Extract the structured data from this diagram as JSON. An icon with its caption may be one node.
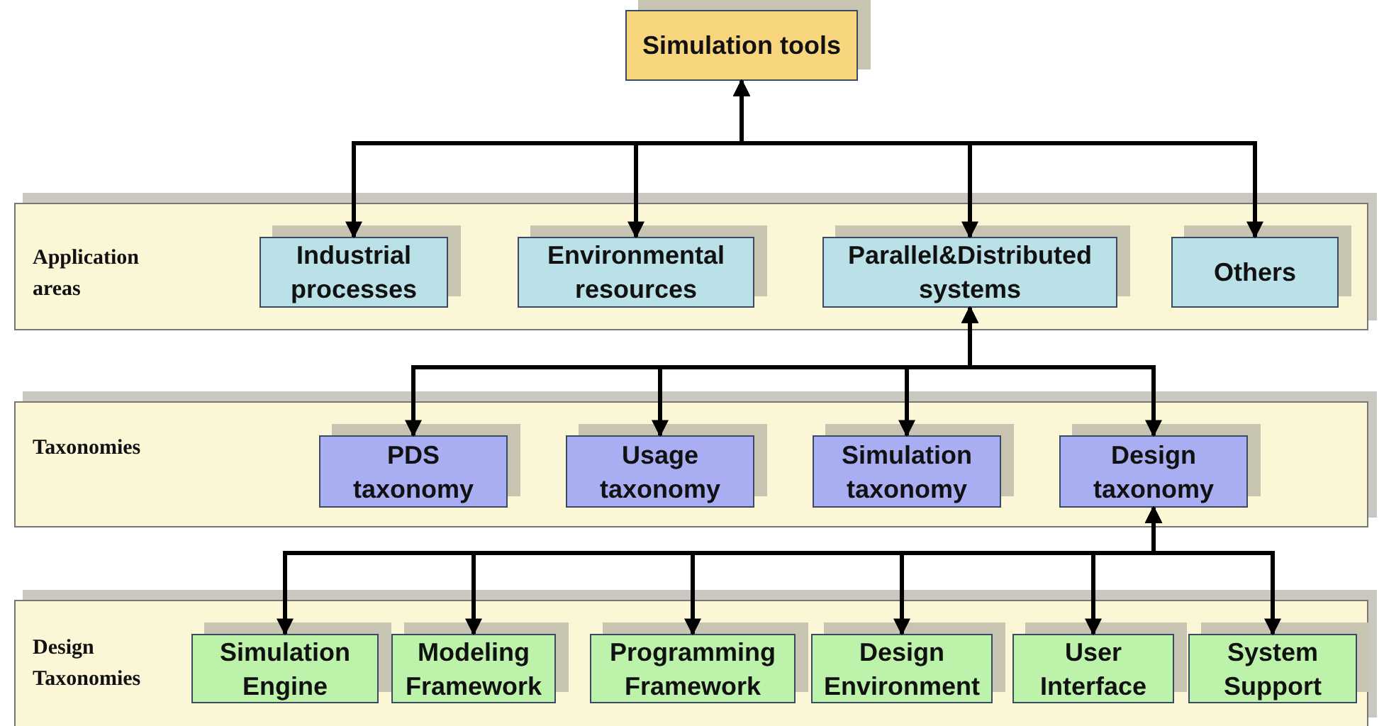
{
  "diagram": {
    "nodes": [
      {
        "text": [
          "Simulation tools"
        ]
      },
      {
        "text": [
          "Application areas"
        ]
      },
      {
        "text": [
          "Industrial processes"
        ],
        "in": 1
      },
      {
        "text": [
          "Environmental resources"
        ],
        "in": 1
      },
      {
        "text": [
          "Parallel&Distributed systems"
        ],
        "in": 1
      },
      {
        "text": [
          "Others"
        ],
        "in": 1
      },
      {
        "text": [
          "Taxonomies"
        ]
      },
      {
        "text": [
          "PDS taxonomy"
        ],
        "in": 6
      },
      {
        "text": [
          "Usage taxonomy"
        ],
        "in": 6
      },
      {
        "text": [
          "Simulation taxonomy"
        ],
        "in": 6
      },
      {
        "text": [
          "Design taxonomy"
        ],
        "in": 6
      },
      {
        "text": [
          "Design Taxonomies"
        ]
      },
      {
        "text": [
          "Simulation Engine"
        ],
        "in": 11
      },
      {
        "text": [
          "Modeling Framework"
        ],
        "in": 11
      },
      {
        "text": [
          "Programming Framework"
        ],
        "in": 11
      },
      {
        "text": [
          "Design Environment"
        ],
        "in": 11
      },
      {
        "text": [
          "User Interface"
        ],
        "in": 11
      },
      {
        "text": [
          "System Support"
        ],
        "in": 11
      }
    ],
    "edges": [
      {
        "from": 0,
        "to": 2,
        "arrow": "both"
      },
      {
        "from": 0,
        "to": 3,
        "arrow": "both"
      },
      {
        "from": 0,
        "to": 4,
        "arrow": "both"
      },
      {
        "from": 0,
        "to": 5,
        "arrow": "both"
      },
      {
        "from": 4,
        "to": 7,
        "arrow": "both"
      },
      {
        "from": 4,
        "to": 8,
        "arrow": "both"
      },
      {
        "from": 4,
        "to": 9,
        "arrow": "both"
      },
      {
        "from": 4,
        "to": 10,
        "arrow": "both"
      },
      {
        "from": 10,
        "to": 12,
        "arrow": "both"
      },
      {
        "from": 10,
        "to": 13,
        "arrow": "both"
      },
      {
        "from": 10,
        "to": 14,
        "arrow": "both"
      },
      {
        "from": 10,
        "to": 15,
        "arrow": "both"
      },
      {
        "from": 10,
        "to": 16,
        "arrow": "both"
      },
      {
        "from": 10,
        "to": 17,
        "arrow": "both"
      }
    ]
  }
}
